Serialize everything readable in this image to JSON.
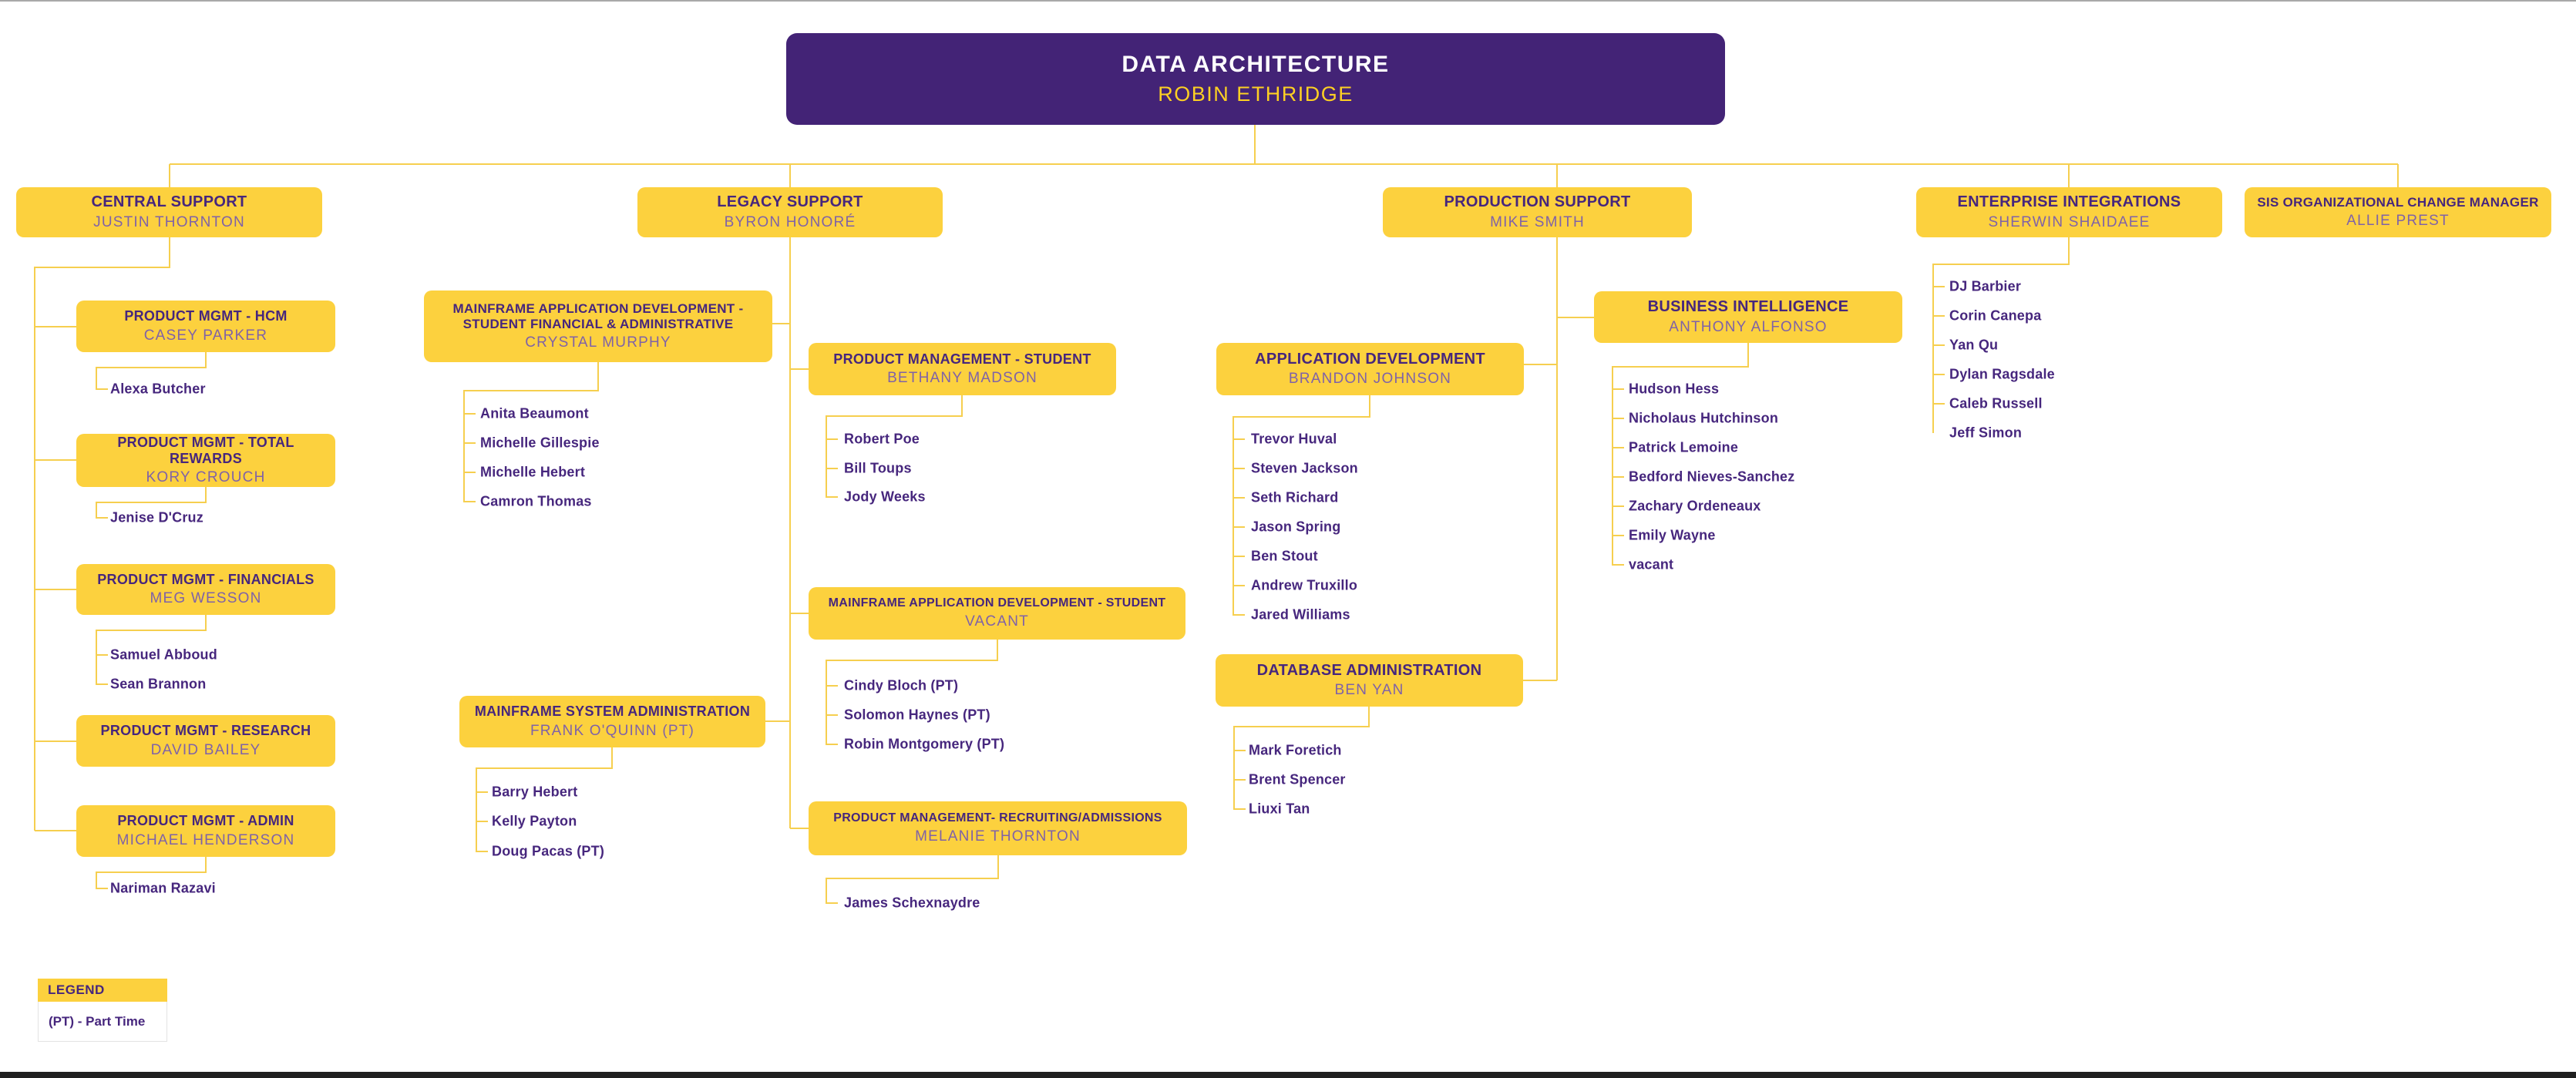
{
  "header": {
    "title": "DATA ARCHITECTURE",
    "manager": "ROBIN ETHRIDGE"
  },
  "legend": {
    "title": "LEGEND",
    "note": "(PT) - Part Time"
  },
  "colors": {
    "root_purple": "#432376",
    "box_gold": "#FCD13E",
    "connector": "#F6CF4F",
    "title_text": "#46267D",
    "manager_text": "#7F62A8",
    "root_manager_text": "#FDD023"
  },
  "departments": {
    "central_support": {
      "title": "CENTRAL SUPPORT",
      "manager": "JUSTIN THORNTON"
    },
    "pm_hcm": {
      "title": "PRODUCT MGMT - HCM",
      "manager": "CASEY PARKER",
      "members": [
        "Alexa Butcher"
      ]
    },
    "pm_total_rewards": {
      "title": "PRODUCT MGMT - TOTAL REWARDS",
      "manager": "KORY CROUCH",
      "members": [
        "Jenise D'Cruz"
      ]
    },
    "pm_financials": {
      "title": "PRODUCT MGMT - FINANCIALS",
      "manager": "MEG WESSON",
      "members": [
        "Samuel Abboud",
        "Sean Brannon"
      ]
    },
    "pm_research": {
      "title": "PRODUCT MGMT - RESEARCH",
      "manager": "DAVID BAILEY",
      "members": []
    },
    "pm_admin": {
      "title": "PRODUCT MGMT - ADMIN",
      "manager": "MICHAEL HENDERSON",
      "members": [
        "Nariman Razavi"
      ]
    },
    "legacy_support": {
      "title": "LEGACY SUPPORT",
      "manager": "BYRON HONORÉ"
    },
    "mad_sfa": {
      "title": "MAINFRAME APPLICATION DEVELOPMENT - STUDENT FINANCIAL & ADMINISTRATIVE",
      "manager": "CRYSTAL MURPHY",
      "members": [
        "Anita Beaumont",
        "Michelle Gillespie",
        "Michelle Hebert",
        "Camron Thomas"
      ]
    },
    "msa": {
      "title": "MAINFRAME SYSTEM ADMINISTRATION",
      "manager": "FRANK O'QUINN (PT)",
      "members": [
        "Barry Hebert",
        "Kelly Payton",
        "Doug Pacas (PT)"
      ]
    },
    "pm_student": {
      "title": "PRODUCT MANAGEMENT - STUDENT",
      "manager": "BETHANY MADSON",
      "members": [
        "Robert Poe",
        "Bill Toups",
        "Jody Weeks"
      ]
    },
    "mad_student": {
      "title": "MAINFRAME APPLICATION DEVELOPMENT - STUDENT",
      "manager": "VACANT",
      "members": [
        "Cindy Bloch (PT)",
        "Solomon Haynes (PT)",
        "Robin Montgomery (PT)"
      ]
    },
    "pm_recruiting": {
      "title": "PRODUCT MANAGEMENT- RECRUITING/ADMISSIONS",
      "manager": "MELANIE THORNTON",
      "members": [
        "James Schexnaydre"
      ]
    },
    "production_support": {
      "title": "PRODUCTION SUPPORT",
      "manager": "MIKE SMITH"
    },
    "app_dev": {
      "title": "APPLICATION DEVELOPMENT",
      "manager": "BRANDON JOHNSON",
      "members": [
        "Trevor Huval",
        "Steven Jackson",
        "Seth Richard",
        "Jason Spring",
        "Ben Stout",
        "Andrew Truxillo",
        "Jared Williams"
      ]
    },
    "db_admin": {
      "title": "DATABASE ADMINISTRATION",
      "manager": "BEN YAN",
      "members": [
        "Mark Foretich",
        "Brent Spencer",
        "Liuxi Tan"
      ]
    },
    "bi": {
      "title": "BUSINESS INTELLIGENCE",
      "manager": "ANTHONY ALFONSO",
      "members": [
        "Hudson Hess",
        "Nicholaus Hutchinson",
        "Patrick Lemoine",
        "Bedford Nieves-Sanchez",
        "Zachary Ordeneaux",
        "Emily Wayne",
        "vacant"
      ]
    },
    "enterprise_integrations": {
      "title": "ENTERPRISE INTEGRATIONS",
      "manager": "SHERWIN SHAIDAEE",
      "members": [
        "DJ Barbier",
        "Corin Canepa",
        "Yan Qu",
        "Dylan Ragsdale",
        "Caleb Russell",
        "Jeff Simon"
      ]
    },
    "sis_ocm": {
      "title": "SIS ORGANIZATIONAL CHANGE MANAGER",
      "manager": "ALLIE PREST"
    }
  }
}
